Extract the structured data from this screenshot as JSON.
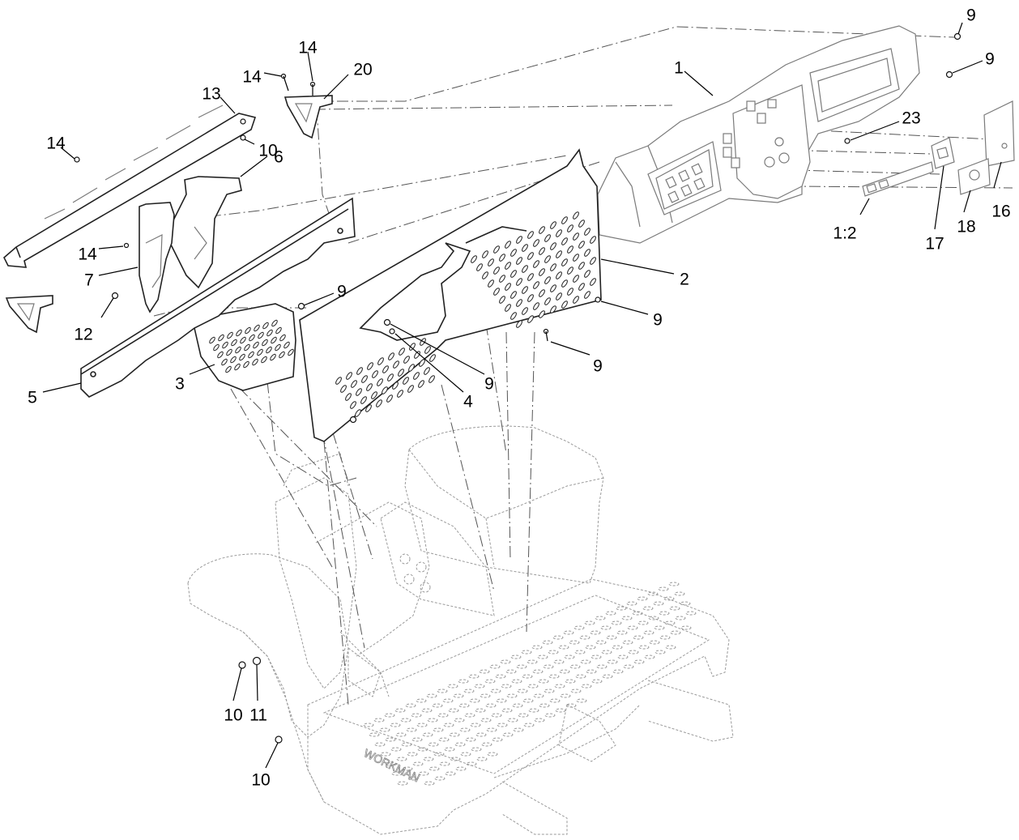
{
  "callouts": [
    {
      "id": "c-9-a",
      "text": "9"
    },
    {
      "id": "c-9-b",
      "text": "9"
    },
    {
      "id": "c-1",
      "text": "1"
    },
    {
      "id": "c-23",
      "text": "23"
    },
    {
      "id": "c-16",
      "text": "16"
    },
    {
      "id": "c-18",
      "text": "18"
    },
    {
      "id": "c-17",
      "text": "17"
    },
    {
      "id": "c-1-2",
      "text": "1:2"
    },
    {
      "id": "c-14-a",
      "text": "14"
    },
    {
      "id": "c-14-b",
      "text": "14"
    },
    {
      "id": "c-20",
      "text": "20"
    },
    {
      "id": "c-13",
      "text": "13"
    },
    {
      "id": "c-10-a",
      "text": "10"
    },
    {
      "id": "c-14-c",
      "text": "14"
    },
    {
      "id": "c-6",
      "text": "6"
    },
    {
      "id": "c-14-d",
      "text": "14"
    },
    {
      "id": "c-7",
      "text": "7"
    },
    {
      "id": "c-12",
      "text": "12"
    },
    {
      "id": "c-2",
      "text": "2"
    },
    {
      "id": "c-9-c",
      "text": "9"
    },
    {
      "id": "c-9-d",
      "text": "9"
    },
    {
      "id": "c-9-e",
      "text": "9"
    },
    {
      "id": "c-9-f",
      "text": "9"
    },
    {
      "id": "c-4",
      "text": "4"
    },
    {
      "id": "c-3",
      "text": "3"
    },
    {
      "id": "c-5",
      "text": "5"
    },
    {
      "id": "c-10-b",
      "text": "10"
    },
    {
      "id": "c-11",
      "text": "11"
    },
    {
      "id": "c-10-c",
      "text": "10"
    }
  ],
  "brand_mark": "WORKMAN"
}
